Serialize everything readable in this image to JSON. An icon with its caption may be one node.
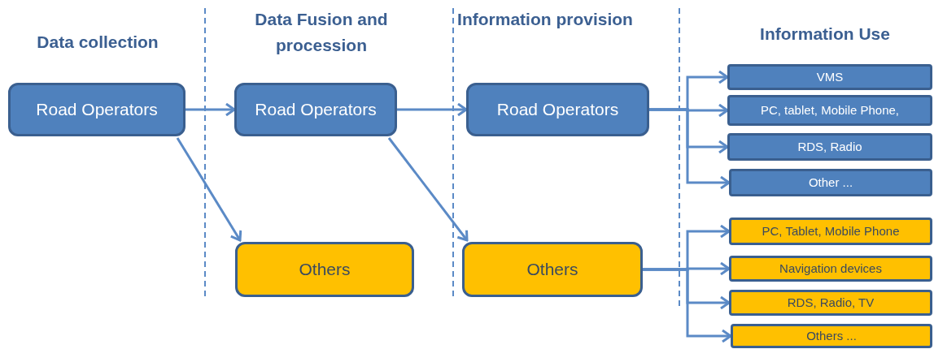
{
  "diagram": {
    "nodes": [
      {
        "text": [
          "Road Operators"
        ]
      },
      {
        "text": [
          "Road Operators"
        ]
      },
      {
        "text": [
          "Road Operators"
        ]
      },
      {
        "text": [
          "Others"
        ]
      },
      {
        "text": [
          "Others"
        ]
      },
      {
        "text": [
          "VMS"
        ]
      },
      {
        "text": [
          "PC, tablet, Mobile Phone,"
        ]
      },
      {
        "text": [
          "RDS, Radio"
        ]
      },
      {
        "text": [
          "Other ..."
        ]
      },
      {
        "text": [
          "PC, Tablet, Mobile Phone"
        ]
      },
      {
        "text": [
          "Navigation devices"
        ]
      },
      {
        "text": [
          "RDS, Radio, TV"
        ]
      },
      {
        "text": [
          "Others ..."
        ]
      }
    ],
    "edges": [
      {
        "from": 0,
        "to": 1,
        "arrow": "to"
      },
      {
        "from": 1,
        "to": 2,
        "arrow": "to"
      },
      {
        "from": 0,
        "to": 3,
        "arrow": "to"
      },
      {
        "from": 1,
        "to": 4,
        "arrow": "to"
      },
      {
        "from": 2,
        "to": 5,
        "arrow": "to"
      },
      {
        "from": 2,
        "to": 6,
        "arrow": "to"
      },
      {
        "from": 2,
        "to": 7,
        "arrow": "to"
      },
      {
        "from": 2,
        "to": 8,
        "arrow": "to"
      },
      {
        "from": 4,
        "to": 9,
        "arrow": "to"
      },
      {
        "from": 4,
        "to": 10,
        "arrow": "to"
      },
      {
        "from": 4,
        "to": 11,
        "arrow": "to"
      },
      {
        "from": 4,
        "to": 12,
        "arrow": "to"
      }
    ],
    "labels": [
      "Data collection",
      "Data Fusion and procession",
      "Information provision",
      "Information Use"
    ]
  }
}
